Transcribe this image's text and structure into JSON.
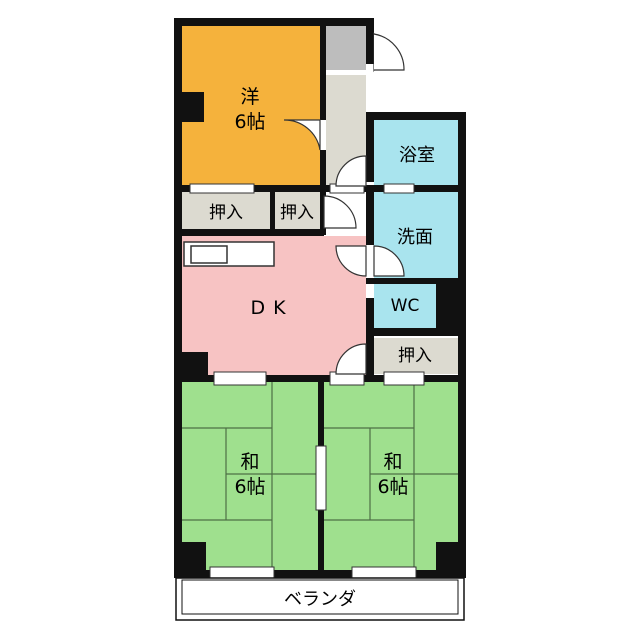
{
  "colors": {
    "wall": "#111111",
    "western_room": "#F5B23C",
    "dk": "#F7C3C3",
    "japanese_room": "#9FE08E",
    "water_area": "#A9E4EE",
    "closet": "#DCDAD0",
    "corridor": "#DCDAD0",
    "background": "#FFFFFF"
  },
  "rooms": {
    "western": {
      "line1": "洋",
      "line2": "6帖"
    },
    "bath": {
      "label": "浴室"
    },
    "washroom": {
      "label": "洗面"
    },
    "wc": {
      "label": "WC"
    },
    "dk": {
      "label": "DK"
    },
    "closet_left": {
      "label": "押入"
    },
    "closet_mid": {
      "label": "押入"
    },
    "closet_right": {
      "label": "押入"
    },
    "japanese_left": {
      "line1": "和",
      "line2": "6帖"
    },
    "japanese_right": {
      "line1": "和",
      "line2": "6帖"
    },
    "veranda": {
      "label": "ベランダ"
    }
  }
}
